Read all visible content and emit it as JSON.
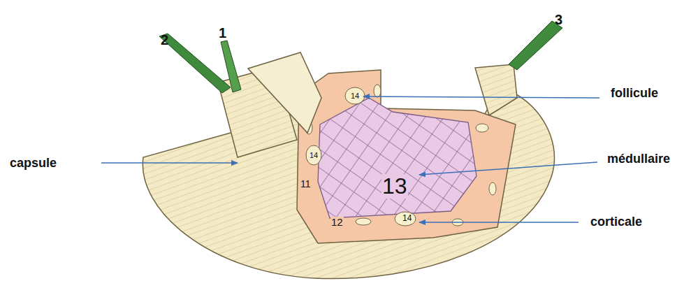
{
  "diagram": {
    "labels": [
      "2",
      "1",
      "3",
      "14",
      "follicule",
      "capsule",
      "14",
      "médullaire",
      "13",
      "11",
      "12",
      "14",
      "corticale"
    ]
  }
}
